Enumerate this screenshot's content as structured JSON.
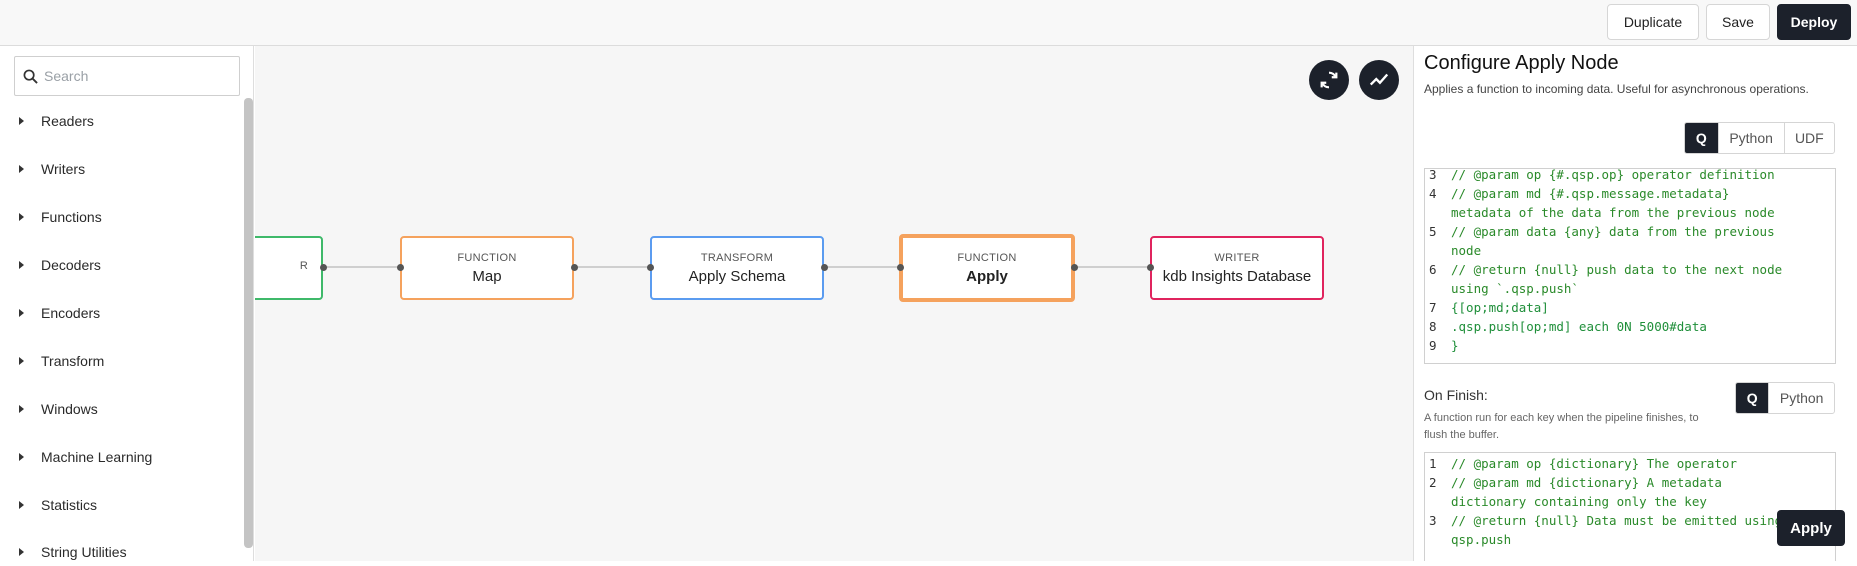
{
  "toolbar": {
    "duplicate_label": "Duplicate",
    "save_label": "Save",
    "deploy_label": "Deploy"
  },
  "sidebar": {
    "search_placeholder": "Search",
    "categories": [
      "Readers",
      "Writers",
      "Functions",
      "Decoders",
      "Encoders",
      "Transform",
      "Windows",
      "Machine Learning",
      "Statistics",
      "String Utilities"
    ]
  },
  "canvas": {
    "nodes": [
      {
        "kind": "R",
        "name": ""
      },
      {
        "kind": "FUNCTION",
        "name": "Map"
      },
      {
        "kind": "TRANSFORM",
        "name": "Apply Schema"
      },
      {
        "kind": "FUNCTION",
        "name": "Apply"
      },
      {
        "kind": "WRITER",
        "name": "kdb Insights Database"
      }
    ],
    "colors": {
      "reader": "#3fb96a",
      "function": "#f5a25d",
      "transform": "#5b9cf0",
      "writer": "#e0245e",
      "selected": "#f5a25d"
    },
    "sync_icon": "sync-icon",
    "chart_icon": "trend-icon"
  },
  "panel": {
    "title": "Configure Apply Node",
    "description": "Applies a function to incoming data. Useful for asynchronous operations.",
    "languages": [
      "Q",
      "Python",
      "UDF"
    ],
    "selected_language": "Q",
    "code_lines": [
      {
        "n": "3",
        "text": "// @param op {#.qsp.op} operator definition"
      },
      {
        "n": "4",
        "text": "// @param md {#.qsp.message.metadata}"
      },
      {
        "n": "",
        "text": "metadata of the data from the previous node"
      },
      {
        "n": "5",
        "text": "// @param data {any} data from the previous"
      },
      {
        "n": "",
        "text": "node"
      },
      {
        "n": "6",
        "text": "// @return {null} push data to the next node"
      },
      {
        "n": "",
        "text": "using `.qsp.push`"
      },
      {
        "n": "7",
        "text": "{[op;md;data]"
      },
      {
        "n": "8",
        "text": "    .qsp.push[op;md] each 0N 5000#data"
      },
      {
        "n": "9",
        "text": "    }"
      }
    ],
    "on_finish_label": "On Finish:",
    "on_finish_languages": [
      "Q",
      "Python"
    ],
    "on_finish_description": "A function run for each key when the pipeline finishes, to flush the buffer.",
    "finish_code_lines": [
      {
        "n": "1",
        "text": "// @param op {dictionary} The operator"
      },
      {
        "n": "2",
        "text": "// @param md {dictionary} A metadata"
      },
      {
        "n": "",
        "text": "dictionary containing only the key"
      },
      {
        "n": "3",
        "text": "// @return {null} Data must be emitted using"
      },
      {
        "n": "",
        "text": "qsp.push"
      }
    ],
    "apply_label": "Apply"
  }
}
